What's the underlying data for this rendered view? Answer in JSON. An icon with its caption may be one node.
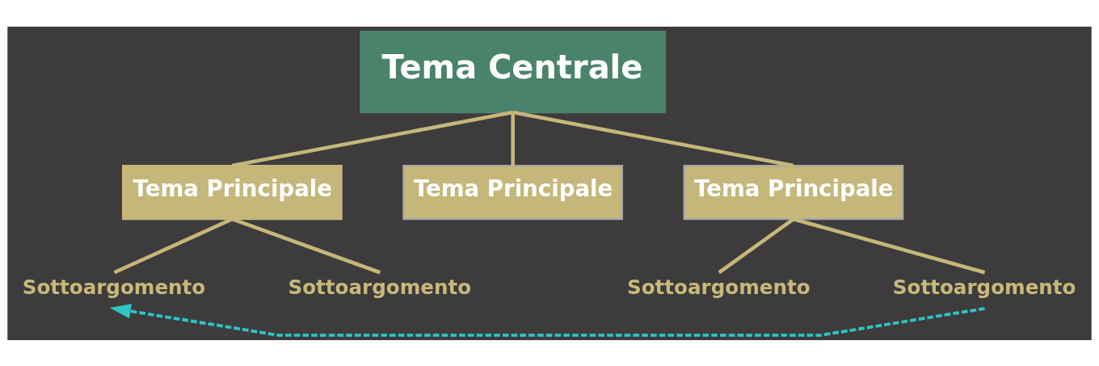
{
  "diagram": {
    "nodes": [
      {
        "text": [
          "Tema Centrale"
        ]
      },
      {
        "text": [
          "Tema Principale"
        ]
      },
      {
        "text": [
          "Tema Principale"
        ]
      },
      {
        "text": [
          "Tema Principale"
        ]
      },
      {
        "text": [
          "Sottoargomento"
        ]
      },
      {
        "text": [
          "Sottoargomento"
        ]
      },
      {
        "text": [
          "Sottoargomento"
        ]
      },
      {
        "text": [
          "Sottoargomento"
        ]
      }
    ],
    "edges": [
      {
        "from": 0,
        "to": 1,
        "arrow": "none"
      },
      {
        "from": 0,
        "to": 2,
        "arrow": "none"
      },
      {
        "from": 0,
        "to": 3,
        "arrow": "none"
      },
      {
        "from": 1,
        "to": 4,
        "arrow": "none"
      },
      {
        "from": 1,
        "to": 5,
        "arrow": "none"
      },
      {
        "from": 3,
        "to": 6,
        "arrow": "none"
      },
      {
        "from": 3,
        "to": 7,
        "arrow": "none"
      },
      {
        "from": 7,
        "to": 4,
        "arrow": "to",
        "style": "dashed",
        "color": "#2ec4c4"
      }
    ]
  }
}
